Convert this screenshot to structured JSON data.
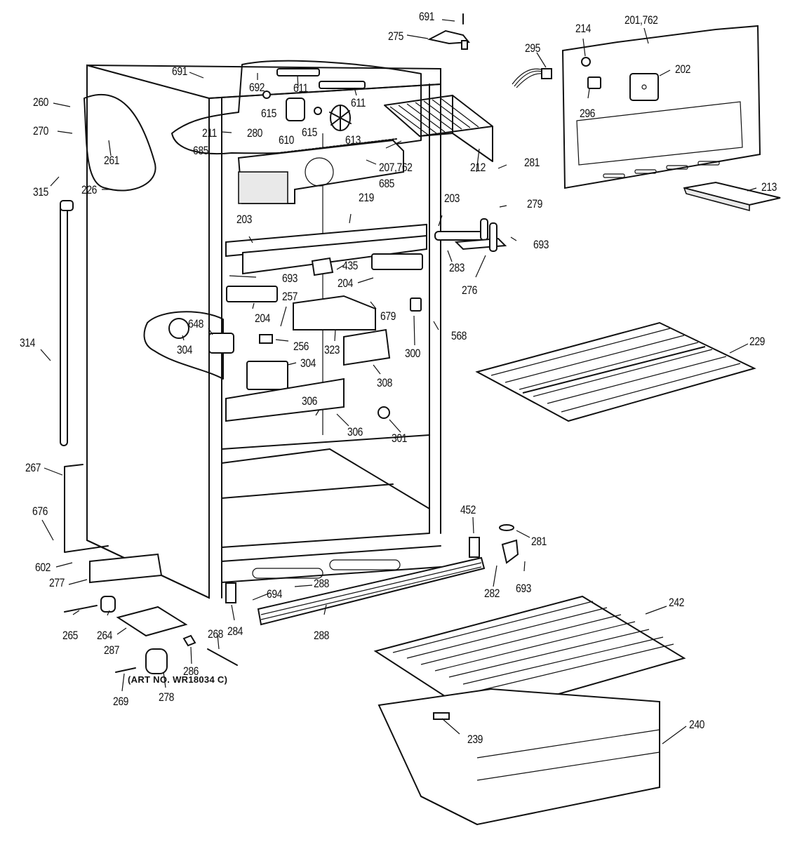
{
  "diagram": {
    "title": "Refrigerator cabinet parts exploded view",
    "caption": "(ART NO. WR18034 C)",
    "labels": [
      {
        "id": "691a",
        "text": "691"
      },
      {
        "id": "275",
        "text": "275"
      },
      {
        "id": "295",
        "text": "295"
      },
      {
        "id": "214",
        "text": "214"
      },
      {
        "id": "201762",
        "text": "201,762"
      },
      {
        "id": "202",
        "text": "202"
      },
      {
        "id": "296",
        "text": "296"
      },
      {
        "id": "213",
        "text": "213"
      },
      {
        "id": "691b",
        "text": "691"
      },
      {
        "id": "692",
        "text": "692"
      },
      {
        "id": "611a",
        "text": "611"
      },
      {
        "id": "611b",
        "text": "611"
      },
      {
        "id": "615a",
        "text": "615"
      },
      {
        "id": "615b",
        "text": "615"
      },
      {
        "id": "610",
        "text": "610"
      },
      {
        "id": "613",
        "text": "613"
      },
      {
        "id": "260",
        "text": "260"
      },
      {
        "id": "270",
        "text": "270"
      },
      {
        "id": "261",
        "text": "261"
      },
      {
        "id": "211",
        "text": "211"
      },
      {
        "id": "280",
        "text": "280"
      },
      {
        "id": "685a",
        "text": "685"
      },
      {
        "id": "207762",
        "text": "207,762"
      },
      {
        "id": "685b",
        "text": "685"
      },
      {
        "id": "212",
        "text": "212"
      },
      {
        "id": "315",
        "text": "315"
      },
      {
        "id": "226",
        "text": "226"
      },
      {
        "id": "281a",
        "text": "281"
      },
      {
        "id": "279",
        "text": "279"
      },
      {
        "id": "219",
        "text": "219"
      },
      {
        "id": "203a",
        "text": "203"
      },
      {
        "id": "203b",
        "text": "203"
      },
      {
        "id": "693a",
        "text": "693"
      },
      {
        "id": "283",
        "text": "283"
      },
      {
        "id": "276",
        "text": "276"
      },
      {
        "id": "435",
        "text": "435"
      },
      {
        "id": "693b",
        "text": "693"
      },
      {
        "id": "204a",
        "text": "204"
      },
      {
        "id": "204b",
        "text": "204"
      },
      {
        "id": "257",
        "text": "257"
      },
      {
        "id": "679",
        "text": "679"
      },
      {
        "id": "648",
        "text": "648"
      },
      {
        "id": "304a",
        "text": "304"
      },
      {
        "id": "256",
        "text": "256"
      },
      {
        "id": "323",
        "text": "323"
      },
      {
        "id": "300",
        "text": "300"
      },
      {
        "id": "568",
        "text": "568"
      },
      {
        "id": "314",
        "text": "314"
      },
      {
        "id": "304b",
        "text": "304"
      },
      {
        "id": "308",
        "text": "308"
      },
      {
        "id": "229",
        "text": "229"
      },
      {
        "id": "306a",
        "text": "306"
      },
      {
        "id": "306b",
        "text": "306"
      },
      {
        "id": "301",
        "text": "301"
      },
      {
        "id": "267",
        "text": "267"
      },
      {
        "id": "452",
        "text": "452"
      },
      {
        "id": "676",
        "text": "676"
      },
      {
        "id": "281b",
        "text": "281"
      },
      {
        "id": "602",
        "text": "602"
      },
      {
        "id": "277",
        "text": "277"
      },
      {
        "id": "288a",
        "text": "288"
      },
      {
        "id": "694",
        "text": "694"
      },
      {
        "id": "282",
        "text": "282"
      },
      {
        "id": "693c",
        "text": "693"
      },
      {
        "id": "242",
        "text": "242"
      },
      {
        "id": "265",
        "text": "265"
      },
      {
        "id": "264",
        "text": "264"
      },
      {
        "id": "287",
        "text": "287"
      },
      {
        "id": "284",
        "text": "284"
      },
      {
        "id": "288b",
        "text": "288"
      },
      {
        "id": "268",
        "text": "268"
      },
      {
        "id": "286",
        "text": "286"
      },
      {
        "id": "269",
        "text": "269"
      },
      {
        "id": "278",
        "text": "278"
      },
      {
        "id": "239",
        "text": "239"
      },
      {
        "id": "240",
        "text": "240"
      }
    ]
  }
}
